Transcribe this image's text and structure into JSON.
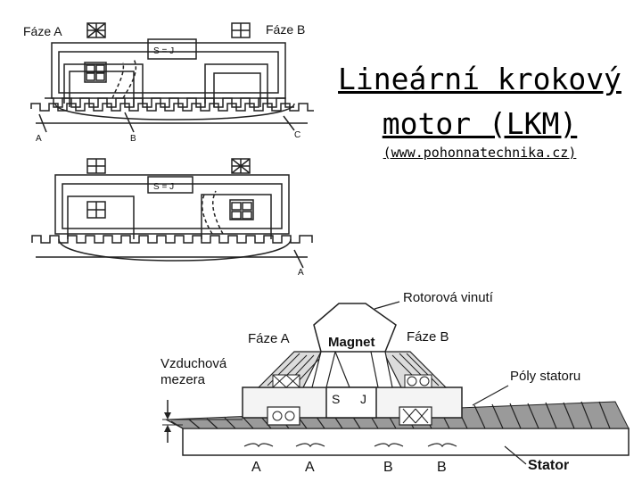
{
  "slide": {
    "title_line1": "Lineární krokový",
    "title_line2": "motor (LKM)",
    "source_url": "(www.pohonnatechnika.cz)"
  },
  "top_diagram": {
    "phase_a_label": "Fáze A",
    "phase_b_label": "Fáze B",
    "magnet_label": "S = J",
    "marker_a": "A",
    "marker_b": "B",
    "marker_c": "C"
  },
  "middle_diagram": {
    "magnet_label": "S = J",
    "marker_a": "A"
  },
  "bottom_diagram": {
    "rotor_windings_label": "Rotorová vinutí",
    "phase_a_label": "Fáze A",
    "magnet_label": "Magnet",
    "phase_b_label": "Fáze B",
    "air_gap_label_line1": "Vzduchová",
    "air_gap_label_line2": "mezera",
    "stator_poles_label": "Póly statoru",
    "magnet_pole_s": "S",
    "magnet_pole_j": "J",
    "pole_labels": [
      "A",
      "A",
      "B",
      "B"
    ],
    "stator_label": "Stator"
  }
}
